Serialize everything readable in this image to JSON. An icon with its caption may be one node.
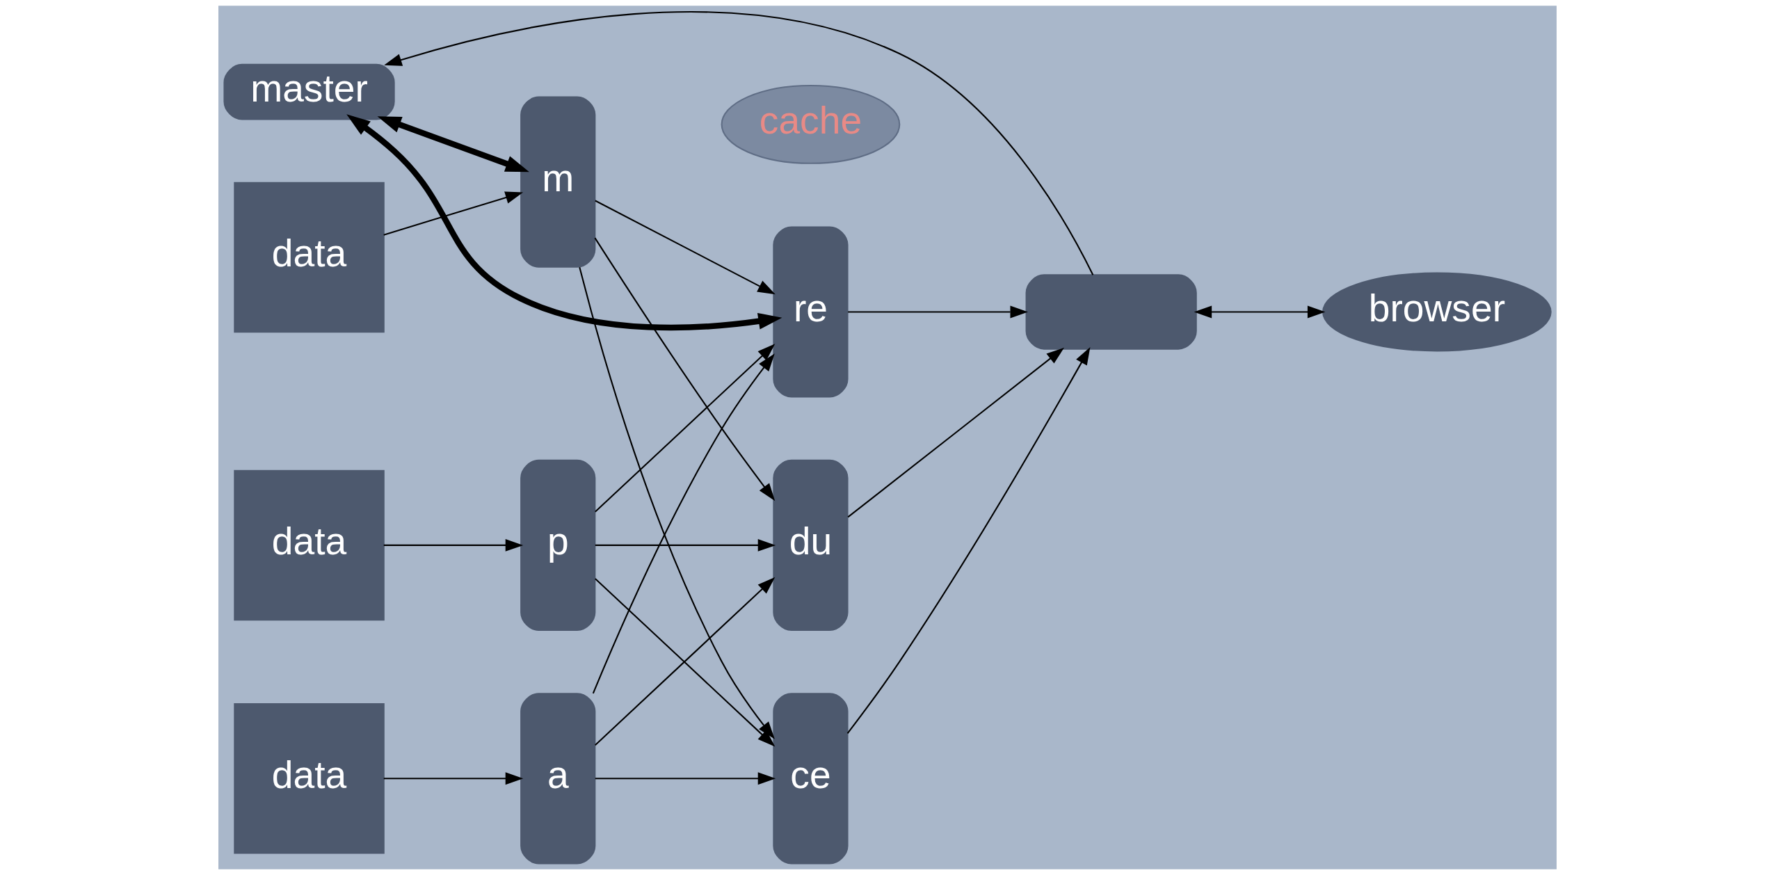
{
  "diagram": {
    "nodes": [
      {
        "text": [
          "master"
        ]
      },
      {
        "text": [],
        "shape": "box"
      },
      {
        "text": [
          "browser"
        ]
      },
      {
        "text": [
          "cache"
        ]
      },
      {
        "text": [
          "data"
        ]
      },
      {
        "text": [
          "m"
        ]
      },
      {
        "text": [
          "re"
        ]
      },
      {
        "text": [
          "data"
        ]
      },
      {
        "text": [
          "a"
        ]
      },
      {
        "text": [
          "du"
        ]
      },
      {
        "text": [
          "data"
        ]
      },
      {
        "text": [
          "p"
        ]
      },
      {
        "text": [
          "ce"
        ]
      }
    ],
    "edges": [
      {
        "from": 1,
        "to": 0,
        "arrow": "to"
      },
      {
        "from": 1,
        "to": 2,
        "arrow": "both"
      },
      {
        "from": 0,
        "to": 5,
        "arrow": "both",
        "style": "thick"
      },
      {
        "from": 0,
        "to": 6,
        "arrow": "both",
        "style": "thick"
      },
      {
        "from": 4,
        "to": 5,
        "arrow": "to"
      },
      {
        "from": 7,
        "to": 8,
        "arrow": "to"
      },
      {
        "from": 10,
        "to": 11,
        "arrow": "to"
      },
      {
        "from": 5,
        "to": 6,
        "arrow": "to"
      },
      {
        "from": 5,
        "to": 9,
        "arrow": "to"
      },
      {
        "from": 5,
        "to": 12,
        "arrow": "to"
      },
      {
        "from": 8,
        "to": 6,
        "arrow": "to"
      },
      {
        "from": 8,
        "to": 9,
        "arrow": "to"
      },
      {
        "from": 8,
        "to": 12,
        "arrow": "to"
      },
      {
        "from": 11,
        "to": 6,
        "arrow": "to"
      },
      {
        "from": 11,
        "to": 9,
        "arrow": "to"
      },
      {
        "from": 11,
        "to": 12,
        "arrow": "to"
      },
      {
        "from": 6,
        "to": 1,
        "arrow": "to"
      },
      {
        "from": 9,
        "to": 1,
        "arrow": "to"
      },
      {
        "from": 12,
        "to": 1,
        "arrow": "to"
      }
    ]
  }
}
